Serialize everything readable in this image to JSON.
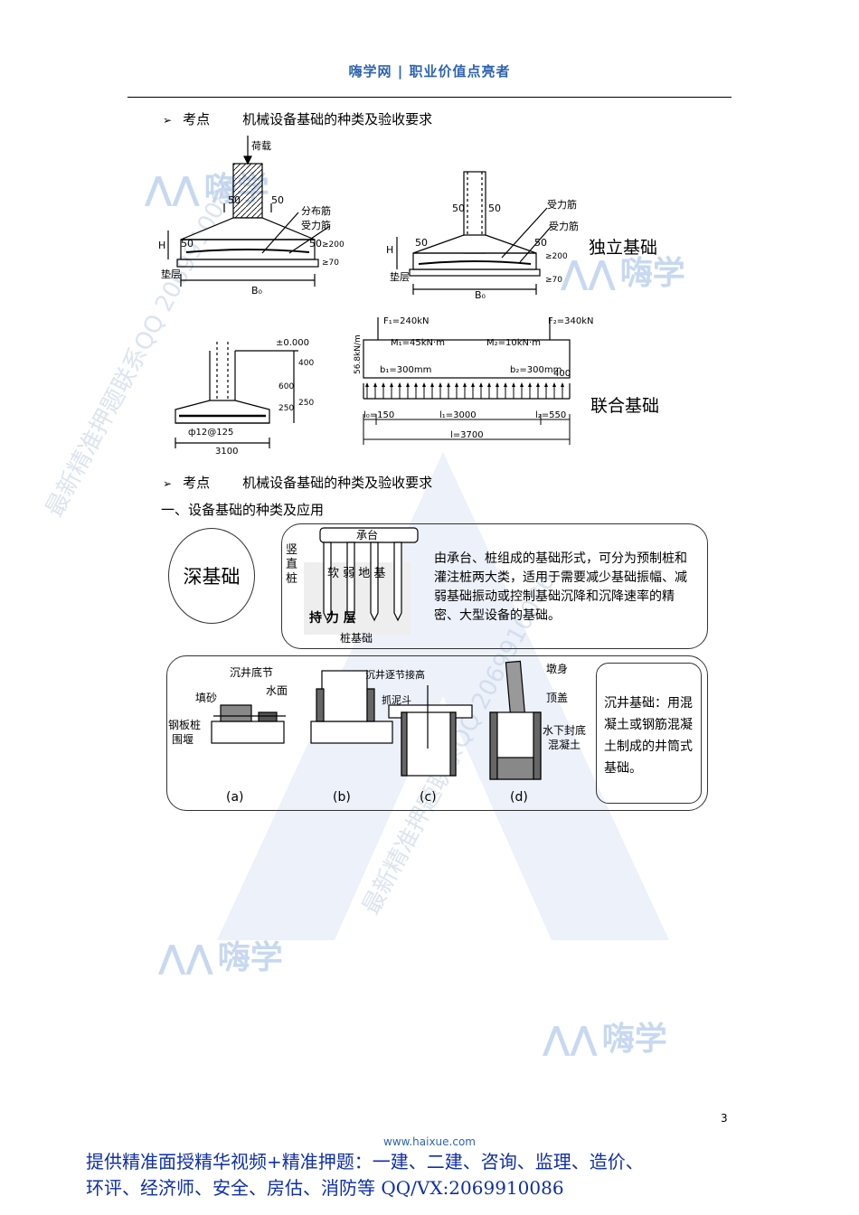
{
  "header": {
    "title": "嗨学网 | 职业价值点亮者"
  },
  "section1": {
    "heading_tag": "考点",
    "heading_text": "机械设备基础的种类及验收要求",
    "labels": {
      "independent": "独立基础",
      "combined": "联合基础"
    },
    "fig_a": {
      "load": "荷载",
      "dim50a": "50",
      "dim50b": "50",
      "rebar1": "分布筋",
      "rebar2": "受力筋",
      "dim_h": "H",
      "dim50c": "50",
      "dim50d": "50",
      "dim200": "≥200",
      "dim70": "≥70",
      "pad": "垫层",
      "width": "B₀"
    },
    "fig_b": {
      "dim50a": "50",
      "dim50b": "50",
      "rebar1": "受力筋",
      "rebar2": "受力筋",
      "dim_h": "H",
      "dim50c": "50",
      "dim50d": "50",
      "dim200": "≥200",
      "dim70": "≥70",
      "pad": "垫层",
      "width": "B₀"
    },
    "fig_c": {
      "elev": "±0.000",
      "d400": "400",
      "d600": "600",
      "d250a": "250",
      "d250b": "250",
      "rebar": "ф12@125",
      "width": "3100"
    },
    "fig_d": {
      "f1": "F₁=240kN",
      "f2": "F₂=340kN",
      "m1": "M₁=45kN·m",
      "m2": "M₂=10kN·m",
      "q": "56.8kN/m",
      "b1": "b₁=300mm",
      "b2": "b₂=300mm",
      "d400": "400",
      "l0": "l₀=150",
      "l1": "l₁=3000",
      "l2": "l₂=550",
      "l": "l=3700"
    }
  },
  "section2": {
    "heading_tag": "考点",
    "heading_text": "机械设备基础的种类及验收要求",
    "subheading": "一、设备基础的种类及应用",
    "deep": {
      "label": "深基础",
      "pile_labels": {
        "cap": "承台",
        "vertical1": "竖",
        "vertical2": "直",
        "vertical3": "桩",
        "soft": "软  弱  地  基",
        "bearing": "持    力    层",
        "caption": "桩基础"
      },
      "description": "由承台、桩组成的基础形式，可分为预制桩和灌注桩两大类，适用于需要减少基础振幅、减弱基础振动或控制基础沉降和沉降速率的精密、大型设备的基础。"
    },
    "caisson": {
      "labels": {
        "bottom": "沉井底节",
        "sand": "填砂",
        "water": "水面",
        "sheet": "钢板桩",
        "cofferdam": "围堰",
        "raise": "沉井逐节接高",
        "grab": "抓泥斗",
        "pier": "墩身",
        "top": "顶盖",
        "seal1": "水下封底",
        "seal2": "混凝土"
      },
      "captions": [
        "(a)",
        "(b)",
        "(c)",
        "(d)"
      ],
      "description": "沉井基础：用混凝土或钢筋混凝土制成的井筒式基础。"
    }
  },
  "watermarks": {
    "logo": "嗨学",
    "diag1": "最新精准押题联系QQ 2069910086"
  },
  "footer": {
    "page_number": "3",
    "url": "www.haixue.com",
    "line1": "提供精准面授精华视频+精准押题：一建、二建、咨询、监理、造价、",
    "line2": "环评、经济师、安全、房估、消防等   QQ/VX:2069910086"
  },
  "colors": {
    "brand": "#2e64b0",
    "footer_text": "#0f2fa8",
    "watermark": "#bccde2"
  }
}
